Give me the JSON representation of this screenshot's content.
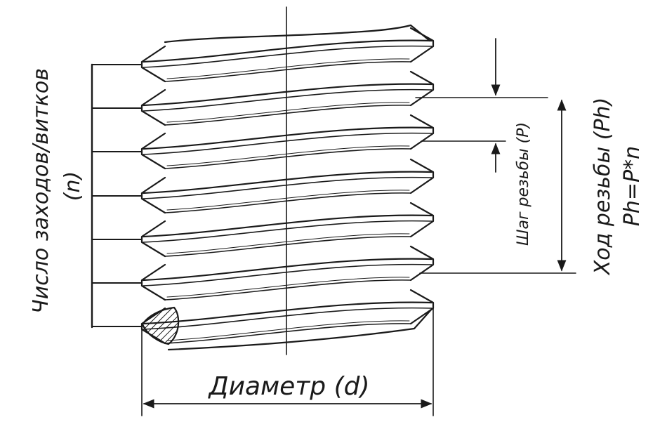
{
  "diagram": {
    "diameter_label": "Диаметр (d)",
    "starts_label_line1": "Число заходов/витков",
    "starts_label_line2": "(n)",
    "pitch_label": "Шаг резьбы (P)",
    "lead_label_line1": "Ход резьбы (Ph)",
    "lead_label_line2": "Ph=P*n",
    "colors": {
      "ink": "#1a1a1a",
      "background": "#ffffff"
    }
  }
}
